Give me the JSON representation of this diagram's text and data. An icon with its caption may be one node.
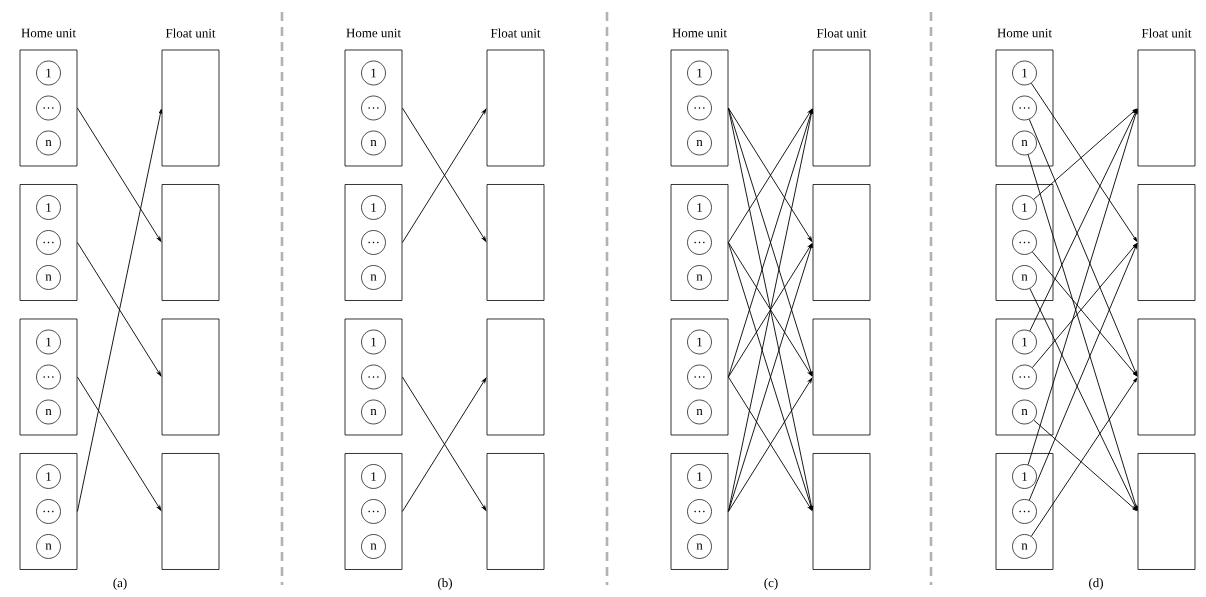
{
  "diagram": {
    "nodes": [
      {
        "text": [],
        "shape": "box"
      },
      {
        "text": [
          "1"
        ],
        "in": 0
      },
      {
        "text": [
          "…"
        ],
        "in": 0
      },
      {
        "text": [
          "n"
        ],
        "in": 0
      },
      {
        "text": [],
        "shape": "box"
      },
      {
        "text": [
          "1"
        ],
        "in": 4
      },
      {
        "text": [
          "…"
        ],
        "in": 4
      },
      {
        "text": [
          "n"
        ],
        "in": 4
      },
      {
        "text": [],
        "shape": "box"
      },
      {
        "text": [
          "1"
        ],
        "in": 8
      },
      {
        "text": [
          "…"
        ],
        "in": 8
      },
      {
        "text": [
          "n"
        ],
        "in": 8
      },
      {
        "text": [],
        "shape": "box"
      },
      {
        "text": [
          "1"
        ],
        "in": 12
      },
      {
        "text": [
          "…"
        ],
        "in": 12
      },
      {
        "text": [
          "n"
        ],
        "in": 12
      },
      {
        "text": [],
        "shape": "box"
      },
      {
        "text": [],
        "shape": "box"
      },
      {
        "text": [],
        "shape": "box"
      },
      {
        "text": [],
        "shape": "box"
      },
      {
        "text": [],
        "shape": "box"
      },
      {
        "text": [
          "1"
        ],
        "in": 20
      },
      {
        "text": [
          "…"
        ],
        "in": 20
      },
      {
        "text": [
          "n"
        ],
        "in": 20
      },
      {
        "text": [],
        "shape": "box"
      },
      {
        "text": [
          "1"
        ],
        "in": 24
      },
      {
        "text": [
          "…"
        ],
        "in": 24
      },
      {
        "text": [
          "n"
        ],
        "in": 24
      },
      {
        "text": [],
        "shape": "box"
      },
      {
        "text": [
          "1"
        ],
        "in": 28
      },
      {
        "text": [
          "…"
        ],
        "in": 28
      },
      {
        "text": [
          "n"
        ],
        "in": 28
      },
      {
        "text": [],
        "shape": "box"
      },
      {
        "text": [
          "1"
        ],
        "in": 32
      },
      {
        "text": [
          "…"
        ],
        "in": 32
      },
      {
        "text": [
          "n"
        ],
        "in": 32
      },
      {
        "text": [],
        "shape": "box"
      },
      {
        "text": [],
        "shape": "box"
      },
      {
        "text": [],
        "shape": "box"
      },
      {
        "text": [],
        "shape": "box"
      },
      {
        "text": [],
        "shape": "box"
      },
      {
        "text": [
          "1"
        ],
        "in": 40
      },
      {
        "text": [
          "…"
        ],
        "in": 40
      },
      {
        "text": [
          "n"
        ],
        "in": 40
      },
      {
        "text": [],
        "shape": "box"
      },
      {
        "text": [
          "1"
        ],
        "in": 44
      },
      {
        "text": [
          "…"
        ],
        "in": 44
      },
      {
        "text": [
          "n"
        ],
        "in": 44
      },
      {
        "text": [],
        "shape": "box"
      },
      {
        "text": [
          "1"
        ],
        "in": 48
      },
      {
        "text": [
          "…"
        ],
        "in": 48
      },
      {
        "text": [
          "n"
        ],
        "in": 48
      },
      {
        "text": [],
        "shape": "box"
      },
      {
        "text": [
          "1"
        ],
        "in": 52
      },
      {
        "text": [
          "…"
        ],
        "in": 52
      },
      {
        "text": [
          "n"
        ],
        "in": 52
      },
      {
        "text": [],
        "shape": "box"
      },
      {
        "text": [],
        "shape": "box"
      },
      {
        "text": [],
        "shape": "box"
      },
      {
        "text": [],
        "shape": "box"
      },
      {
        "text": [],
        "shape": "box"
      },
      {
        "text": [
          "1"
        ],
        "in": 60
      },
      {
        "text": [
          "…"
        ],
        "in": 60
      },
      {
        "text": [
          "n"
        ],
        "in": 60
      },
      {
        "text": [],
        "shape": "box"
      },
      {
        "text": [
          "1"
        ],
        "in": 64
      },
      {
        "text": [
          "…"
        ],
        "in": 64
      },
      {
        "text": [
          "n"
        ],
        "in": 64
      },
      {
        "text": [],
        "shape": "box"
      },
      {
        "text": [
          "1"
        ],
        "in": 68
      },
      {
        "text": [
          "…"
        ],
        "in": 68
      },
      {
        "text": [
          "n"
        ],
        "in": 68
      },
      {
        "text": [],
        "shape": "box"
      },
      {
        "text": [
          "1"
        ],
        "in": 72
      },
      {
        "text": [
          "…"
        ],
        "in": 72
      },
      {
        "text": [
          "n"
        ],
        "in": 72
      },
      {
        "text": [],
        "shape": "box"
      },
      {
        "text": [],
        "shape": "box"
      },
      {
        "text": [],
        "shape": "box"
      },
      {
        "text": [],
        "shape": "box"
      }
    ],
    "edges": [
      {
        "from": 0,
        "to": 17,
        "arrow": "to"
      },
      {
        "from": 4,
        "to": 18,
        "arrow": "to"
      },
      {
        "from": 8,
        "to": 19,
        "arrow": "to"
      },
      {
        "from": 12,
        "to": 16,
        "arrow": "to"
      },
      {
        "from": 20,
        "to": 37,
        "arrow": "to"
      },
      {
        "from": 24,
        "to": 36,
        "arrow": "to"
      },
      {
        "from": 28,
        "to": 39,
        "arrow": "to"
      },
      {
        "from": 32,
        "to": 38,
        "arrow": "to"
      },
      {
        "from": 40,
        "to": 57,
        "arrow": "to"
      },
      {
        "from": 40,
        "to": 58,
        "arrow": "to"
      },
      {
        "from": 40,
        "to": 59,
        "arrow": "to"
      },
      {
        "from": 44,
        "to": 56,
        "arrow": "to"
      },
      {
        "from": 44,
        "to": 58,
        "arrow": "to"
      },
      {
        "from": 44,
        "to": 59,
        "arrow": "to"
      },
      {
        "from": 48,
        "to": 56,
        "arrow": "to"
      },
      {
        "from": 48,
        "to": 57,
        "arrow": "to"
      },
      {
        "from": 48,
        "to": 59,
        "arrow": "to"
      },
      {
        "from": 52,
        "to": 56,
        "arrow": "to"
      },
      {
        "from": 52,
        "to": 57,
        "arrow": "to"
      },
      {
        "from": 52,
        "to": 58,
        "arrow": "to"
      },
      {
        "from": 61,
        "to": 77,
        "arrow": "to"
      },
      {
        "from": 62,
        "to": 78,
        "arrow": "to"
      },
      {
        "from": 63,
        "to": 79,
        "arrow": "to"
      },
      {
        "from": 65,
        "to": 76,
        "arrow": "to"
      },
      {
        "from": 66,
        "to": 78,
        "arrow": "to"
      },
      {
        "from": 67,
        "to": 79,
        "arrow": "to"
      },
      {
        "from": 69,
        "to": 76,
        "arrow": "to"
      },
      {
        "from": 70,
        "to": 77,
        "arrow": "to"
      },
      {
        "from": 71,
        "to": 79,
        "arrow": "to"
      },
      {
        "from": 73,
        "to": 76,
        "arrow": "to"
      },
      {
        "from": 74,
        "to": 77,
        "arrow": "to"
      },
      {
        "from": 75,
        "to": 78,
        "arrow": "to"
      }
    ],
    "labels": [
      "Home unit",
      "Float unit",
      "Home unit",
      "Float unit",
      "Home unit",
      "Float unit",
      "Home unit",
      "Float unit",
      "(a)",
      "(b)",
      "(c)",
      "(d)"
    ]
  }
}
